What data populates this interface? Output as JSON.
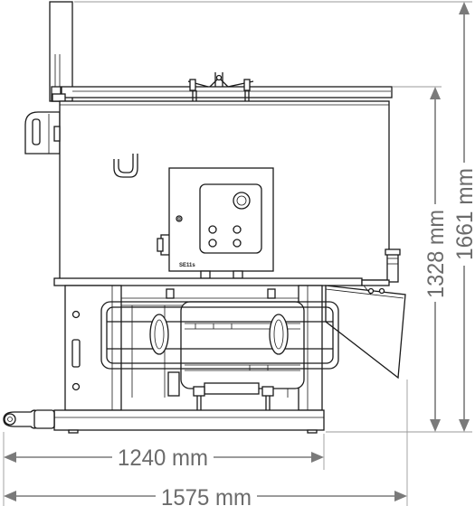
{
  "drawing": {
    "panel_badge": "SE11s",
    "dimensions": {
      "width_base": "1240 mm",
      "width_total": "1575 mm",
      "height_body": "1328 mm",
      "height_total": "1661 mm"
    },
    "colors": {
      "line": "#1a1a1a",
      "dimension": "#7a7a7a"
    }
  }
}
